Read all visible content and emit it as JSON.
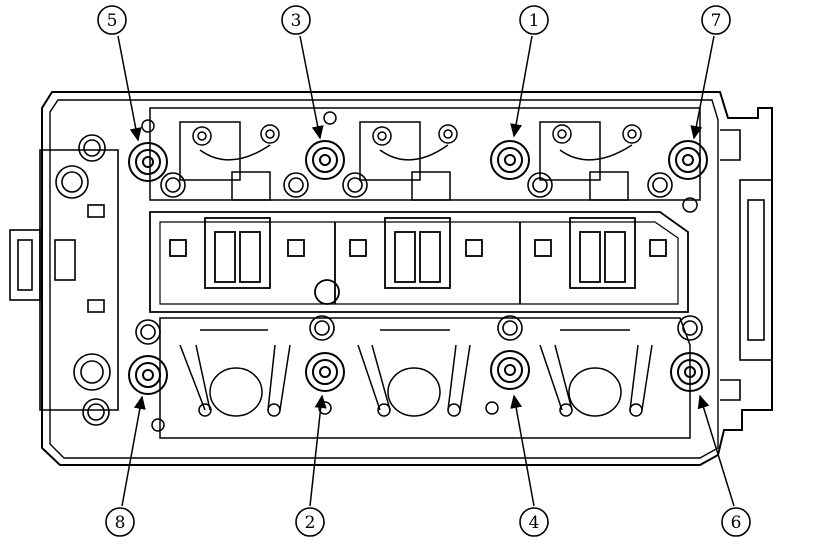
{
  "figure": {
    "subject": "cylinder-head-bolt-sequence",
    "stroke_color": "#000000",
    "background": "#ffffff"
  },
  "callouts": [
    {
      "id": "c5",
      "label": "5"
    },
    {
      "id": "c3",
      "label": "3"
    },
    {
      "id": "c1",
      "label": "1"
    },
    {
      "id": "c7",
      "label": "7"
    },
    {
      "id": "c8",
      "label": "8"
    },
    {
      "id": "c2",
      "label": "2"
    },
    {
      "id": "c4",
      "label": "4"
    },
    {
      "id": "c6",
      "label": "6"
    }
  ]
}
